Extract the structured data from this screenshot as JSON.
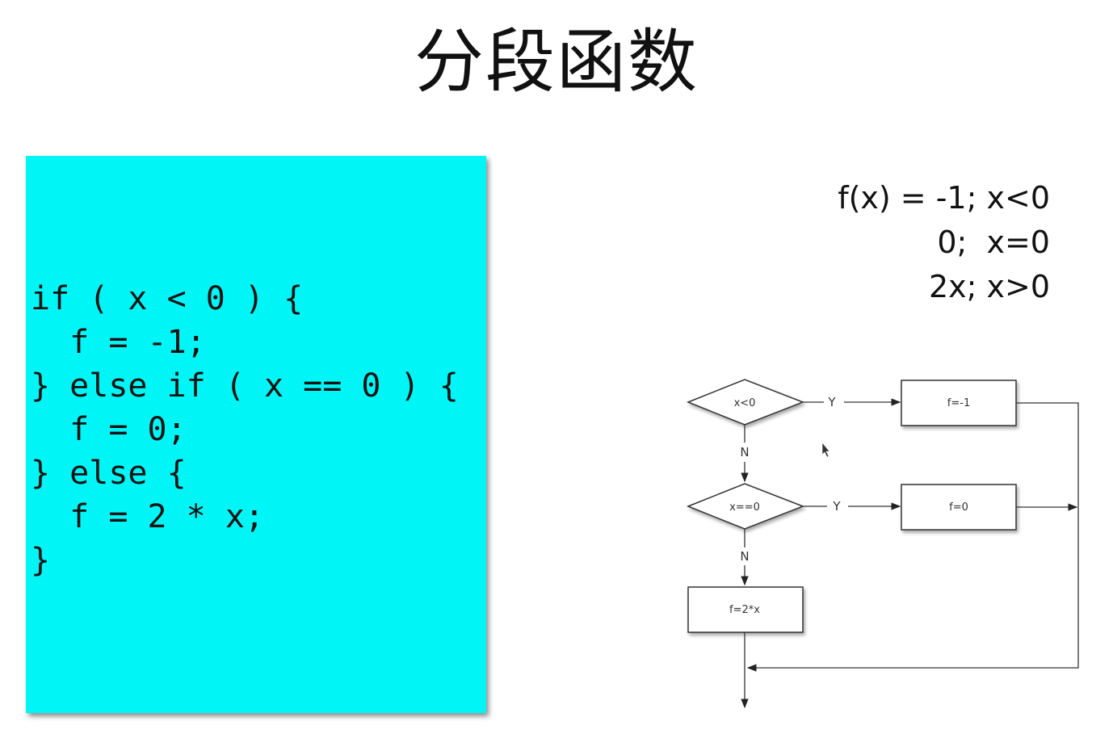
{
  "title": "分段函数",
  "code": {
    "lines": [
      "if ( x < 0 ) {",
      "  f = -1;",
      "} else if ( x == 0 ) {",
      "  f = 0;",
      "} else {",
      "  f = 2 * x;",
      "}"
    ]
  },
  "formula": {
    "lines": [
      "f(x) = -1; x<0",
      "0;  x=0",
      "2x; x>0"
    ]
  },
  "flowchart": {
    "decision_1": "x<0",
    "decision_2": "x==0",
    "process_1": "f=-1",
    "process_2": "f=0",
    "process_3": "f=2*x",
    "yes_label_1": "Y",
    "yes_label_2": "Y",
    "no_label_1": "N",
    "no_label_2": "N"
  },
  "colors": {
    "code_background": "#00f6f6",
    "text": "#111111",
    "line": "#333333"
  }
}
